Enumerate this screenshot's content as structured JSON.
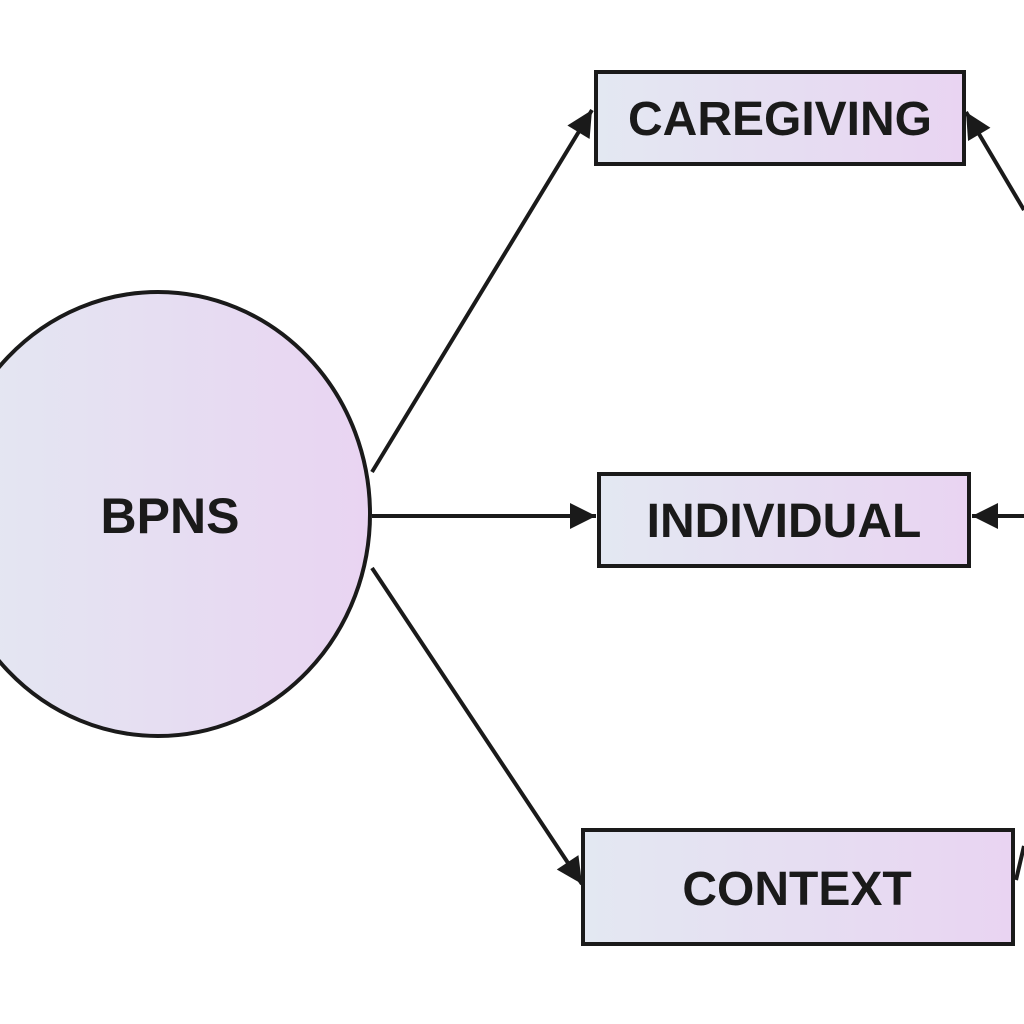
{
  "diagram": {
    "source_node": {
      "label": "BPNS",
      "shape": "ellipse"
    },
    "target_nodes": [
      {
        "id": "caregiving",
        "label": "CAREGIVING",
        "shape": "rectangle"
      },
      {
        "id": "individual",
        "label": "INDIVIDUAL",
        "shape": "rectangle"
      },
      {
        "id": "context",
        "label": "CONTEXT",
        "shape": "rectangle"
      }
    ],
    "edges": [
      {
        "from": "BPNS",
        "to": "CAREGIVING",
        "type": "directed"
      },
      {
        "from": "BPNS",
        "to": "INDIVIDUAL",
        "type": "directed"
      },
      {
        "from": "BPNS",
        "to": "CONTEXT",
        "type": "directed"
      }
    ],
    "colors": {
      "node_fill_light": "#e3e8f2",
      "node_fill_accent": "#e9d4f2",
      "stroke": "#1a1a1a"
    }
  }
}
